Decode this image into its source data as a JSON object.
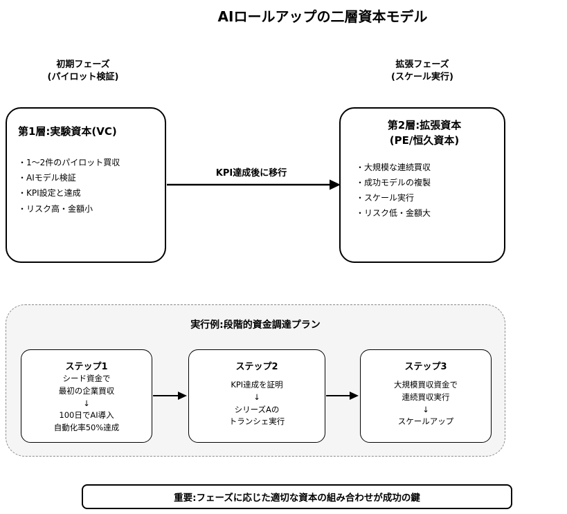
{
  "title": "AIロールアップの二層資本モデル",
  "phase_labels": {
    "initial": {
      "line1": "初期フェーズ",
      "line2": "(パイロット検証)"
    },
    "expansion": {
      "line1": "拡張フェーズ",
      "line2": "(スケール実行)"
    }
  },
  "tier1": {
    "title": "第1層:実験資本(VC)",
    "items": [
      "・1〜2件のパイロット買収",
      "・AIモデル検証",
      "・KPI設定と達成",
      "・リスク高・金額小"
    ]
  },
  "tier2": {
    "title_line1": "第2層:拡張資本",
    "title_line2": "(PE/恒久資本)",
    "items": [
      "・大規模な連続買収",
      "・成功モデルの複製",
      "・スケール実行",
      "・リスク低・金額大"
    ]
  },
  "transition": {
    "label": "KPI達成後に移行"
  },
  "execution_plan": {
    "title": "実行例:段階的資金調達プラン",
    "steps": [
      {
        "title": "ステップ1",
        "lines": [
          "シード資金で",
          "最初の企業買収",
          "↓",
          "100日でAI導入",
          "自動化率50%達成"
        ]
      },
      {
        "title": "ステップ2",
        "lines": [
          "KPI達成を証明",
          "↓",
          "シリーズAの",
          "トランシェ実行"
        ]
      },
      {
        "title": "ステップ3",
        "lines": [
          "大規模買収資金で",
          "連続買収実行",
          "↓",
          "スケールアップ"
        ]
      }
    ]
  },
  "footer": {
    "text": "重要:フェーズに応じた適切な資本の組み合わせが成功の鍵"
  },
  "colors": {
    "execution_bg": "#f5f5f5",
    "line": "#000000"
  }
}
